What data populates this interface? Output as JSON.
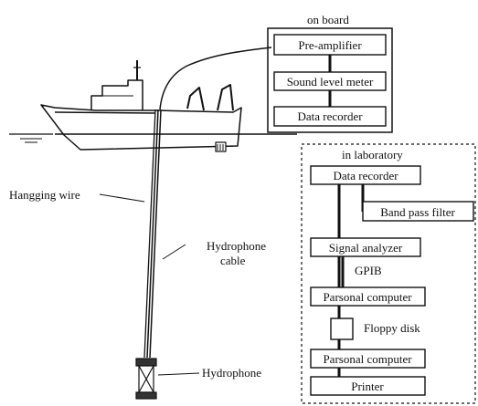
{
  "on_board": {
    "heading": "on board",
    "boxes": [
      "Pre-amplifier",
      "Sound level meter",
      "Data recorder"
    ]
  },
  "laboratory": {
    "heading": "in laboratory",
    "data_recorder": "Data recorder",
    "band_pass_filter": "Band pass filter",
    "signal_analyzer": "Signal analyzer",
    "gpib": "GPIB",
    "personal_computer_1": "Parsonal computer",
    "floppy_disk": "Floppy disk",
    "personal_computer_2": "Parsonal computer",
    "printer": "Printer"
  },
  "labels": {
    "hanging_wire": "Hangging wire",
    "hydrophone_cable_line1": "Hydrophone",
    "hydrophone_cable_line2": "cable",
    "hydrophone": "Hydrophone"
  }
}
